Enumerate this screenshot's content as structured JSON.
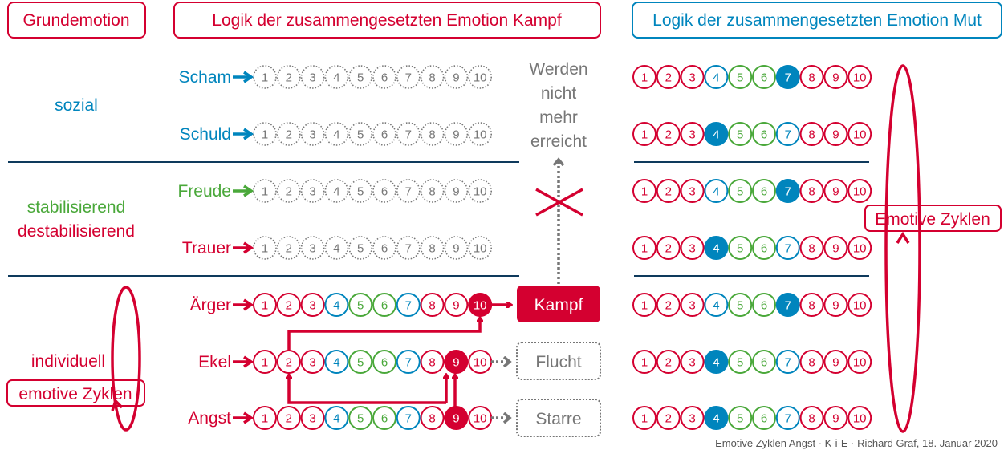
{
  "colors": {
    "red": "#d40030",
    "blue": "#0085bd",
    "green": "#4aa83a",
    "gray": "#777777",
    "navy": "#0e3a5c"
  },
  "headers": {
    "basic": "Grundemotion",
    "left": "Logik der zusammengesetzten Emotion Kampf",
    "right": "Logik der zusammengesetzten Emotion Mut"
  },
  "categories": {
    "social": "sozial",
    "stabilizing": "stabilisierend",
    "destabilizing": "destabilisierend",
    "individual": "individuell",
    "cycles_box": "emotive Zyklen"
  },
  "emotions": [
    {
      "label": "Scham",
      "color": "blue",
      "style": "dotted",
      "filled": 0
    },
    {
      "label": "Schuld",
      "color": "blue",
      "style": "dotted",
      "filled": 0
    },
    {
      "label": "Freude",
      "color": "green",
      "style": "dotted",
      "filled": 0
    },
    {
      "label": "Trauer",
      "color": "red",
      "style": "dotted",
      "filled": 0
    },
    {
      "label": "Ärger",
      "color": "red",
      "style": "colored",
      "filled": 10
    },
    {
      "label": "Ekel",
      "color": "red",
      "style": "colored",
      "filled": 9
    },
    {
      "label": "Angst",
      "color": "red",
      "style": "colored",
      "filled": 9
    }
  ],
  "scale": [
    "1",
    "2",
    "3",
    "4",
    "5",
    "6",
    "7",
    "8",
    "9",
    "10"
  ],
  "scale_colors": [
    "red",
    "red",
    "red",
    "blue",
    "green",
    "green",
    "blue",
    "red",
    "red",
    "red"
  ],
  "right_filled": [
    7,
    4,
    7,
    4,
    7,
    4,
    4
  ],
  "not_reached": [
    "Werden",
    "nicht",
    "mehr",
    "erreicht"
  ],
  "outcomes": {
    "fight": "Kampf",
    "flight": "Flucht",
    "freeze": "Starre"
  },
  "right_cycles": "Emotive Zyklen",
  "footer": "Emotive Zyklen Angst · K-i-E · Richard Graf, 18. Januar 2020"
}
